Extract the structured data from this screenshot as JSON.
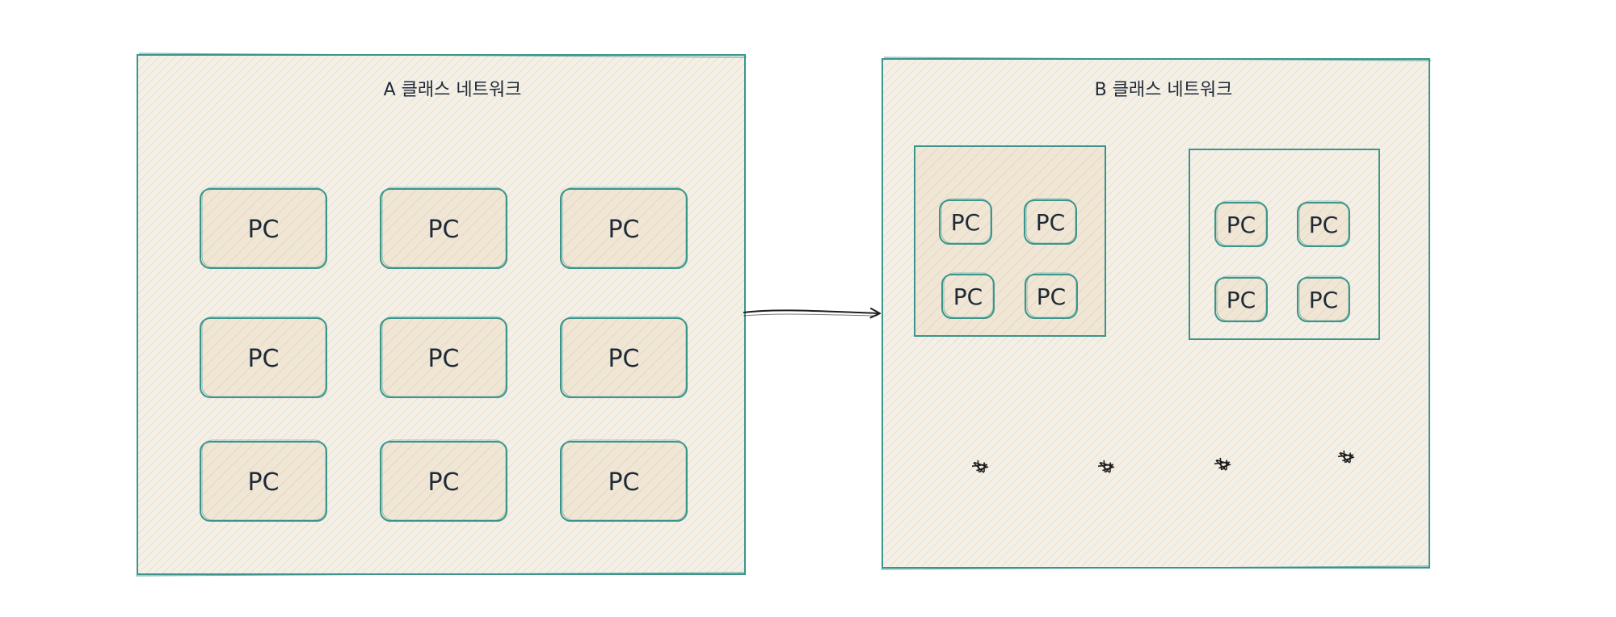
{
  "colors": {
    "box_stroke": "#3a968c",
    "box_fill": "#f5f0e6",
    "pc_fill": "#f0e6d6",
    "hatch_warm": "#eedcc4",
    "hatch_blue": "#c9d8ee",
    "text": "#1e2a36",
    "arrow": "#1e1e1e",
    "scribble": "#1e1e1e"
  },
  "network_a": {
    "title": "A 클래스 네트워크",
    "pcs": [
      "PC",
      "PC",
      "PC",
      "PC",
      "PC",
      "PC",
      "PC",
      "PC",
      "PC"
    ]
  },
  "network_b": {
    "title": "B 클래스 네트워크",
    "subnet_left": {
      "pcs": [
        "PC",
        "PC",
        "PC",
        "PC"
      ]
    },
    "subnet_right": {
      "pcs": [
        "PC",
        "PC",
        "PC",
        "PC"
      ]
    },
    "scribble_count": 4
  }
}
